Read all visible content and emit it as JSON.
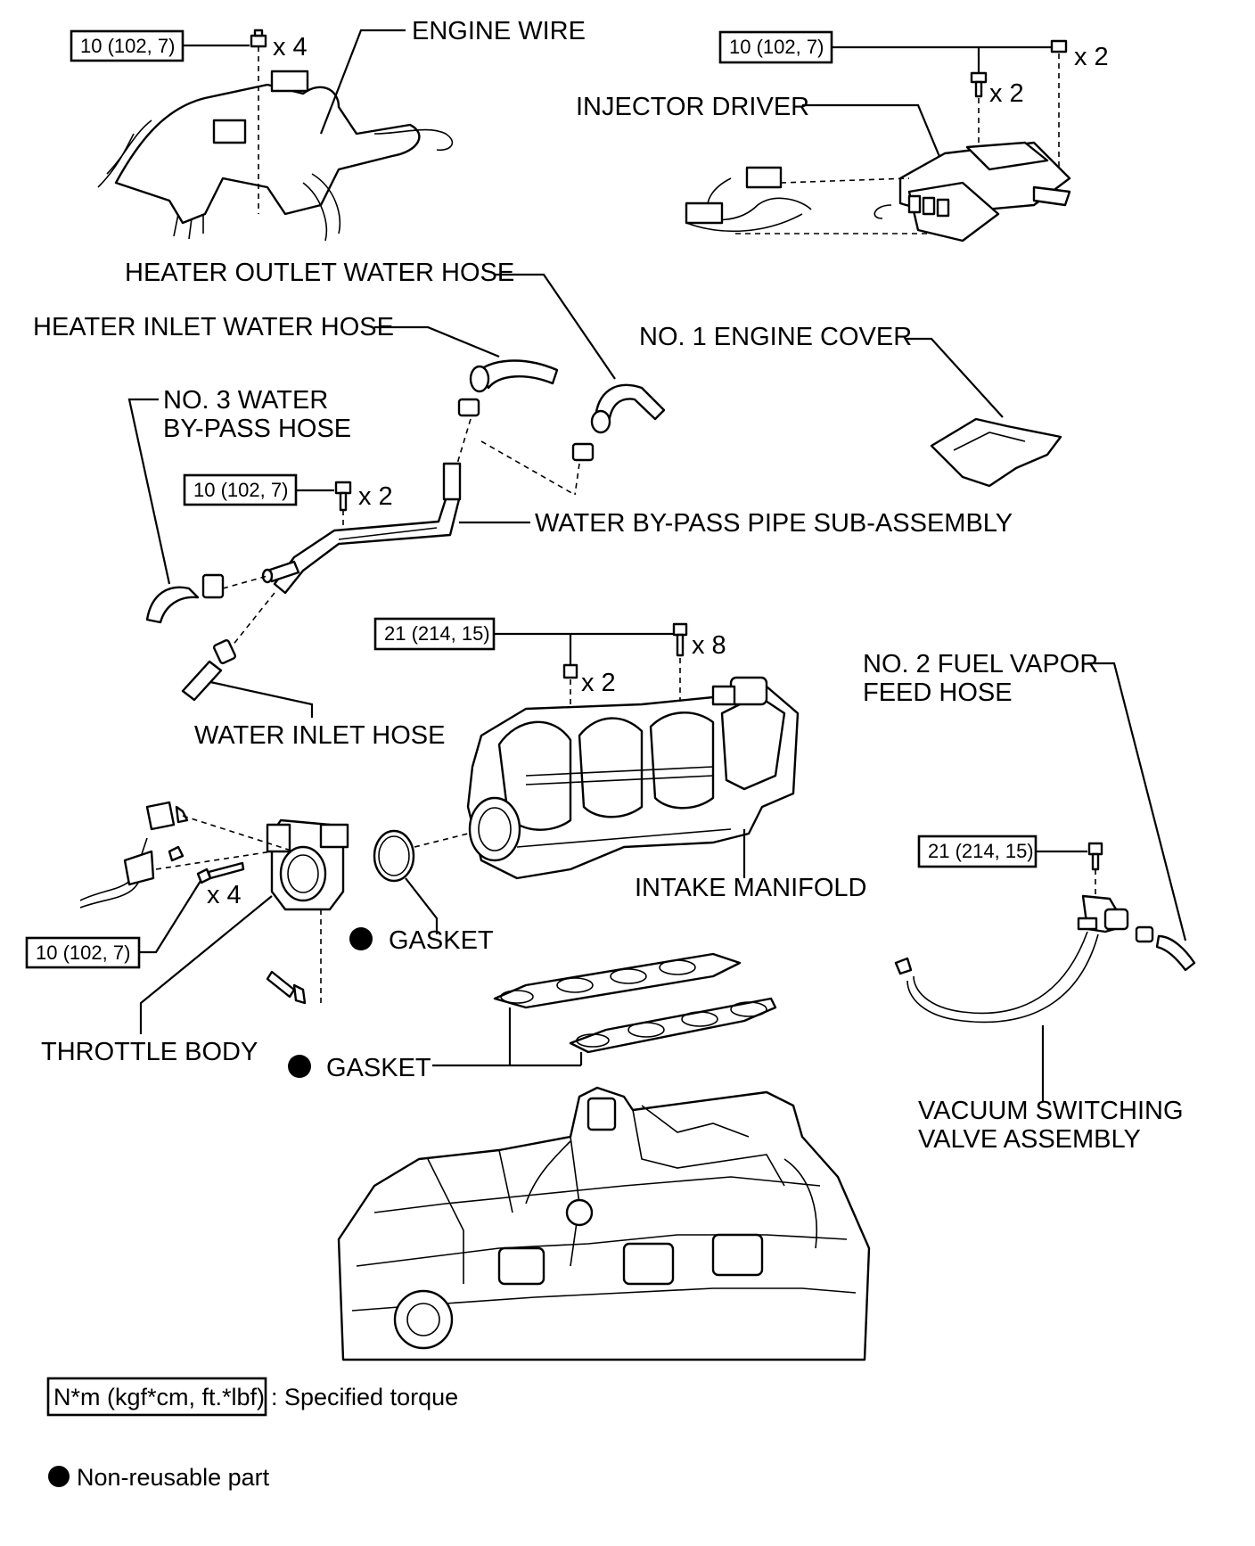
{
  "labels": {
    "engine_wire": "ENGINE WIRE",
    "injector_driver": "INJECTOR DRIVER",
    "heater_outlet_water_hose": "HEATER OUTLET WATER HOSE",
    "heater_inlet_water_hose": "HEATER INLET WATER HOSE",
    "no1_engine_cover": "NO. 1 ENGINE COVER",
    "no3_water_bypass_hose_line1": "NO. 3 WATER",
    "no3_water_bypass_hose_line2": "BY-PASS HOSE",
    "water_bypass_pipe": "WATER BY-PASS PIPE SUB-ASSEMBLY",
    "no2_fuel_vapor_line1": "NO. 2 FUEL VAPOR",
    "no2_fuel_vapor_line2": "FEED HOSE",
    "water_inlet_hose": "WATER INLET HOSE",
    "intake_manifold": "INTAKE MANIFOLD",
    "gasket_1": "GASKET",
    "gasket_2": "GASKET",
    "throttle_body": "THROTTLE BODY",
    "vsv_line1": "VACUUM SWITCHING",
    "vsv_line2": "VALVE ASSEMBLY"
  },
  "torque_specs": {
    "engine_wire": "10 (102, 7)",
    "injector_driver": "10 (102, 7)",
    "water_bypass_pipe": "10 (102, 7)",
    "intake_manifold": "21 (214, 15)",
    "vsv": "21 (214, 15)",
    "throttle_body": "10 (102, 7)"
  },
  "quantities": {
    "engine_wire_nuts": "x 4",
    "injector_driver_nuts": "x 2",
    "injector_driver_bolts": "x 2",
    "bypass_pipe_bolts": "x 2",
    "manifold_bolts": "x 8",
    "manifold_nuts": "x 2",
    "throttle_body_bolts": "x 4"
  },
  "legend": {
    "torque_box": "N*m (kgf*cm, ft.*lbf)",
    "torque_desc": ": Specified torque",
    "non_reusable": "Non-reusable part"
  }
}
